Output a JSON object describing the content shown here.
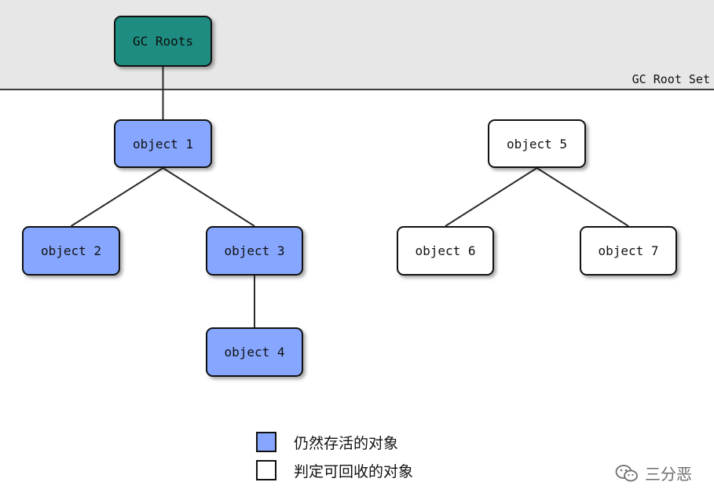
{
  "root_set": {
    "label": "GC Root Set"
  },
  "nodes": {
    "gc_roots": "GC Roots",
    "object_1": "object 1",
    "object_2": "object 2",
    "object_3": "object 3",
    "object_4": "object 4",
    "object_5": "object 5",
    "object_6": "object 6",
    "object_7": "object 7"
  },
  "edges": [
    [
      "gc_roots",
      "object_1"
    ],
    [
      "object_1",
      "object_2"
    ],
    [
      "object_1",
      "object_3"
    ],
    [
      "object_3",
      "object_4"
    ],
    [
      "object_5",
      "object_6"
    ],
    [
      "object_5",
      "object_7"
    ]
  ],
  "legend": {
    "live_label": "仍然存活的对象",
    "dead_label": "判定可回收的对象"
  },
  "watermark": {
    "text": "三分恶",
    "icon": "wechat-icon"
  },
  "colors": {
    "root_fill": "#1e8c80",
    "live_fill": "#86a6ff",
    "dead_fill": "#ffffff",
    "band_fill": "#e7e7e7"
  }
}
